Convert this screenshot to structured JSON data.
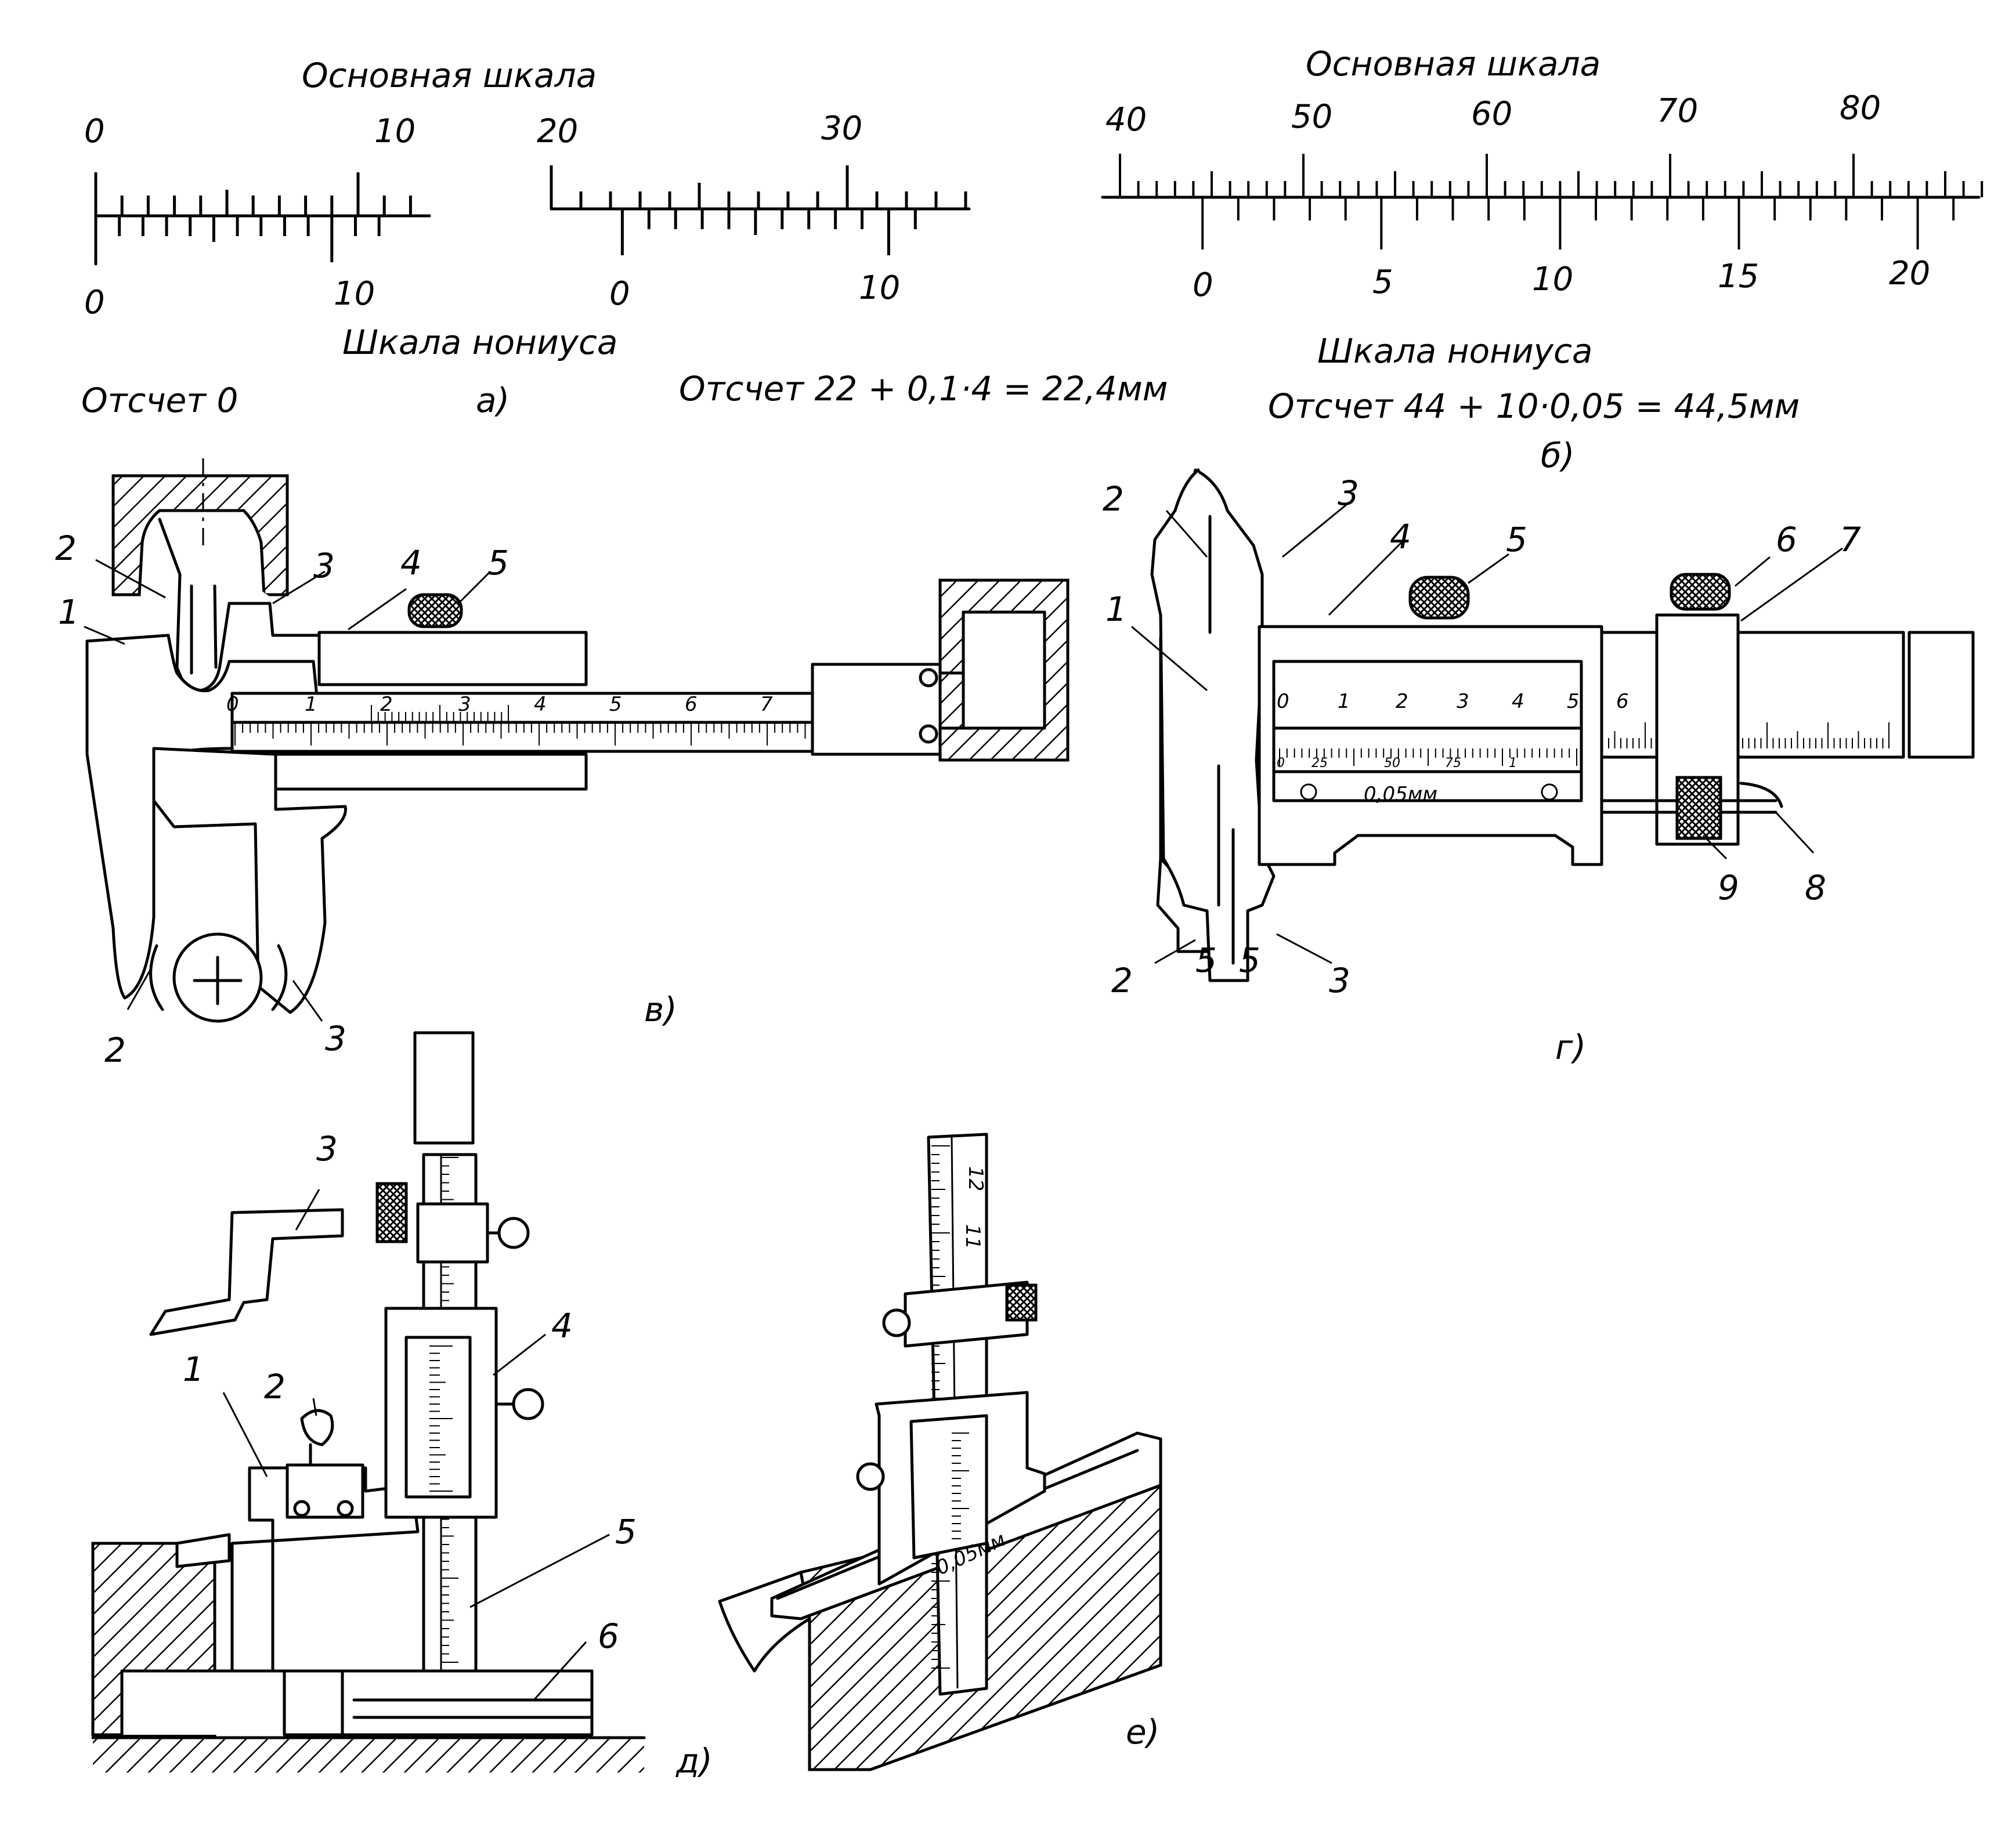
{
  "panel_a": {
    "main_scale_title": "Основная шкала",
    "vernier_scale_title": "Шкала нониуса",
    "left": {
      "main_labels": [
        "0",
        "10"
      ],
      "vernier_labels": [
        "0",
        "10"
      ],
      "reading": "Отсчет 0"
    },
    "right": {
      "main_labels": [
        "20",
        "30"
      ],
      "vernier_labels": [
        "0",
        "10"
      ],
      "reading": "Отсчет 22 + 0,1·4 = 22,4мм"
    },
    "caption": "а)"
  },
  "panel_b": {
    "main_scale_title": "Основная шкала",
    "vernier_scale_title": "Шкала нониуса",
    "main_labels": [
      "40",
      "50",
      "60",
      "70",
      "80"
    ],
    "vernier_labels": [
      "0",
      "5",
      "10",
      "15",
      "20"
    ],
    "reading": "Отсчет 44 + 10·0,05 = 44,5мм",
    "caption": "б)"
  },
  "panel_v": {
    "caption": "в)",
    "scale_labels": [
      "0",
      "1",
      "2",
      "3",
      "4",
      "5",
      "6",
      "7"
    ],
    "part_labels": {
      "p1": "1",
      "p2_top": "2",
      "p3_top": "3",
      "p4": "4",
      "p5": "5",
      "p2_bottom": "2",
      "p3_bottom": "3"
    }
  },
  "panel_g": {
    "caption": "г)",
    "scale_labels": [
      "0",
      "1",
      "2",
      "3",
      "4",
      "5",
      "6"
    ],
    "vernier_labels": [
      "0",
      "25",
      "50",
      "75",
      "1"
    ],
    "precision": "0,05мм",
    "jaw_marks": [
      "5",
      "5"
    ],
    "part_labels": {
      "p1": "1",
      "p2_top": "2",
      "p3_top": "3",
      "p4": "4",
      "p5": "5",
      "p6": "6",
      "p7": "7",
      "p8": "8",
      "p9": "9",
      "p2_bottom": "2",
      "p3_bottom": "3"
    }
  },
  "panel_d": {
    "caption": "д)",
    "part_labels": {
      "p1": "1",
      "p2": "2",
      "p3": "3",
      "p4": "4",
      "p5": "5",
      "p6": "6"
    }
  },
  "panel_e": {
    "caption": "е)",
    "scale_labels": [
      "12",
      "11"
    ],
    "precision": "0,05мм"
  }
}
